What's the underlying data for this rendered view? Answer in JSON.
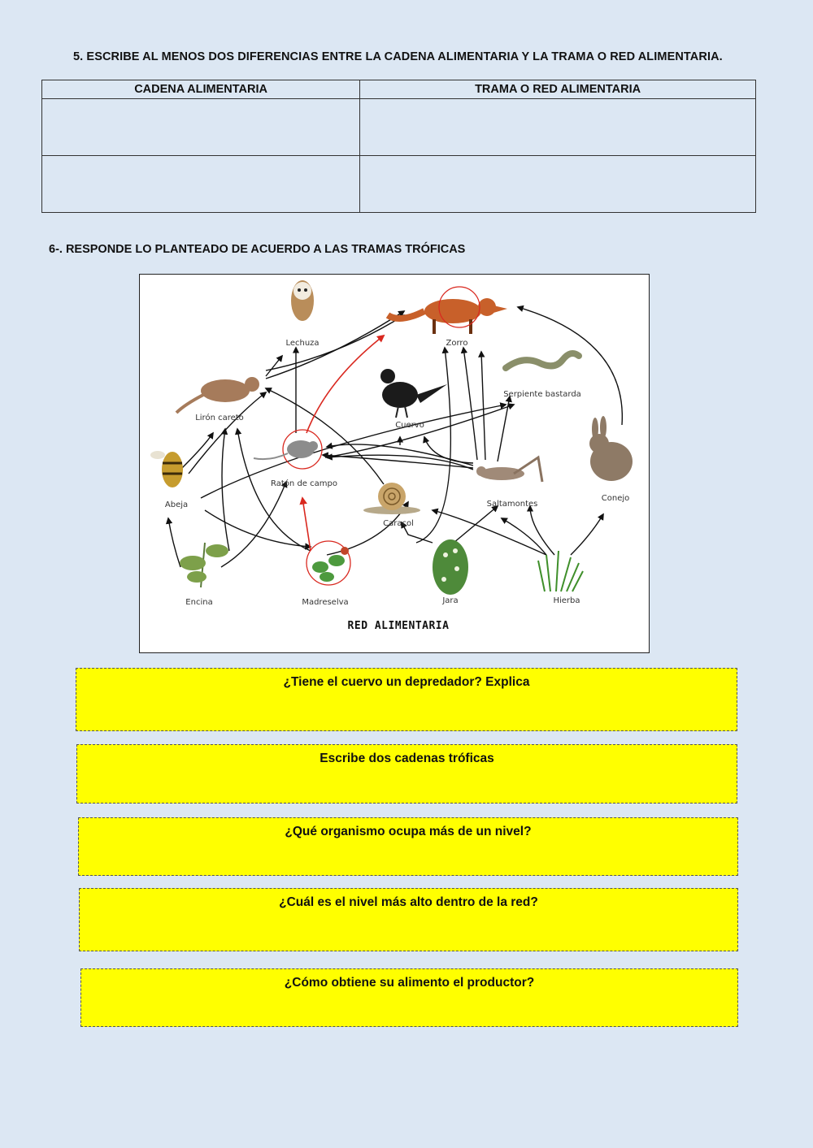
{
  "q5": {
    "title": "5.   ESCRIBE AL MENOS DOS DIFERENCIAS ENTRE LA CADENA ALIMENTARIA Y LA TRAMA O RED ALIMENTARIA.",
    "col1": "CADENA ALIMENTARIA",
    "col2": "TRAMA O RED ALIMENTARIA",
    "rows": [
      [
        "",
        ""
      ],
      [
        "",
        ""
      ]
    ]
  },
  "q6": {
    "title": "6-.  RESPONDE LO PLANTEADO DE ACUERDO A LAS TRAMAS TRÓFICAS"
  },
  "figure": {
    "title": "RED ALIMENTARIA",
    "organisms": {
      "lechuza": "Lechuza",
      "zorro": "Zorro",
      "liron": "Lirón careto",
      "cuervo": "Cuervo",
      "serpiente": "Serpiente bastarda",
      "raton": "Ratón de campo",
      "abeja": "Abeja",
      "caracol": "Caracol",
      "saltamontes": "Saltamontes",
      "conejo": "Conejo",
      "encina": "Encina",
      "madreselva": "Madreselva",
      "jara": "Jara",
      "hierba": "Hierba"
    },
    "colors": {
      "arrow": "#111111",
      "highlight": "#d9281f"
    }
  },
  "questions": [
    "¿Tiene el cuervo un depredador? Explica",
    "Escribe dos cadenas tróficas",
    "¿Qué organismo ocupa más de un nivel?",
    "¿Cuál es el nivel más alto dentro de la red?",
    "¿Cómo obtiene su alimento el productor?"
  ],
  "colors": {
    "background": "#dce7f3",
    "answer_box": "#ffff00"
  }
}
